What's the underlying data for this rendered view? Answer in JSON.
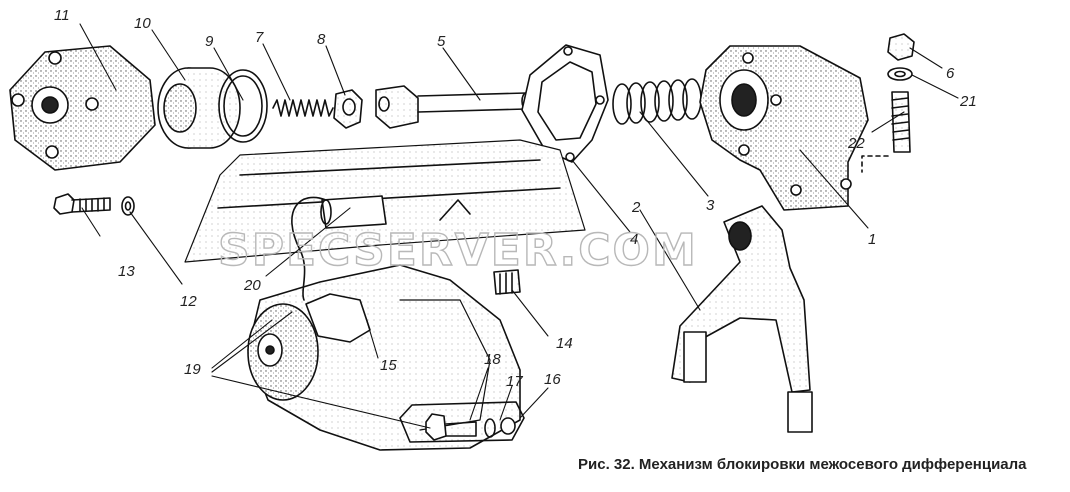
{
  "caption": "Рис. 32. Механизм блокировки межосевого дифференциала",
  "watermark": "SPECSERVER.COM",
  "callouts": {
    "c1": "1",
    "c2": "2",
    "c3": "3",
    "c4": "4",
    "c5": "5",
    "c6": "6",
    "c7": "7",
    "c8": "8",
    "c9": "9",
    "c10": "10",
    "c11": "11",
    "c12": "12",
    "c13": "13",
    "c14": "14",
    "c15": "15",
    "c16": "16",
    "c17": "17",
    "c18": "18",
    "c19": "19",
    "c20": "20",
    "c21": "21",
    "c22": "22"
  }
}
